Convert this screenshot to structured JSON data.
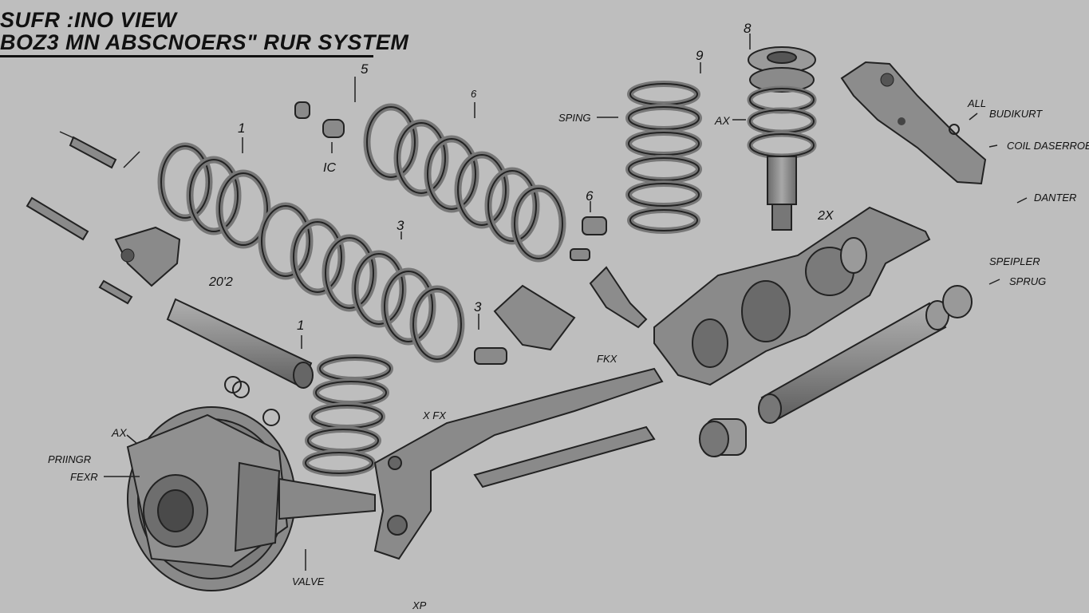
{
  "title": {
    "line1": "SUFR :INO VIEW",
    "line2": "BOZ3 MN ABSCNOERS\" RUR SYSTEM"
  },
  "labels": {
    "spring_top": "SPING",
    "ax_top": "AX",
    "all": "ALL",
    "budikurt": "BUDIKURT",
    "coil_daserroer": "COIL DASERROER",
    "danter": "DANTER",
    "spepiler": "SPEIPLER",
    "sprug": "SPRUG",
    "ic": "IC",
    "year": "20'2",
    "two_x": "2X",
    "fkx": "FKX",
    "xfx": "X FX",
    "ax_left": "AX",
    "pringr": "PRIINGR",
    "fexr": "FEXR",
    "valve": "VALVE",
    "xp": "XP"
  },
  "numbers": {
    "n1_top": "1",
    "n5": "5",
    "n6_top": "6",
    "n9": "9",
    "n8": "8",
    "n6_mid": "6",
    "n3_top": "3",
    "n3_mid": "3",
    "n1_mid": "1"
  },
  "colors": {
    "background": "#bebebe",
    "part_fill": "#8e8e8e",
    "part_dark": "#5a5a5a",
    "line": "#1a1a1a"
  }
}
